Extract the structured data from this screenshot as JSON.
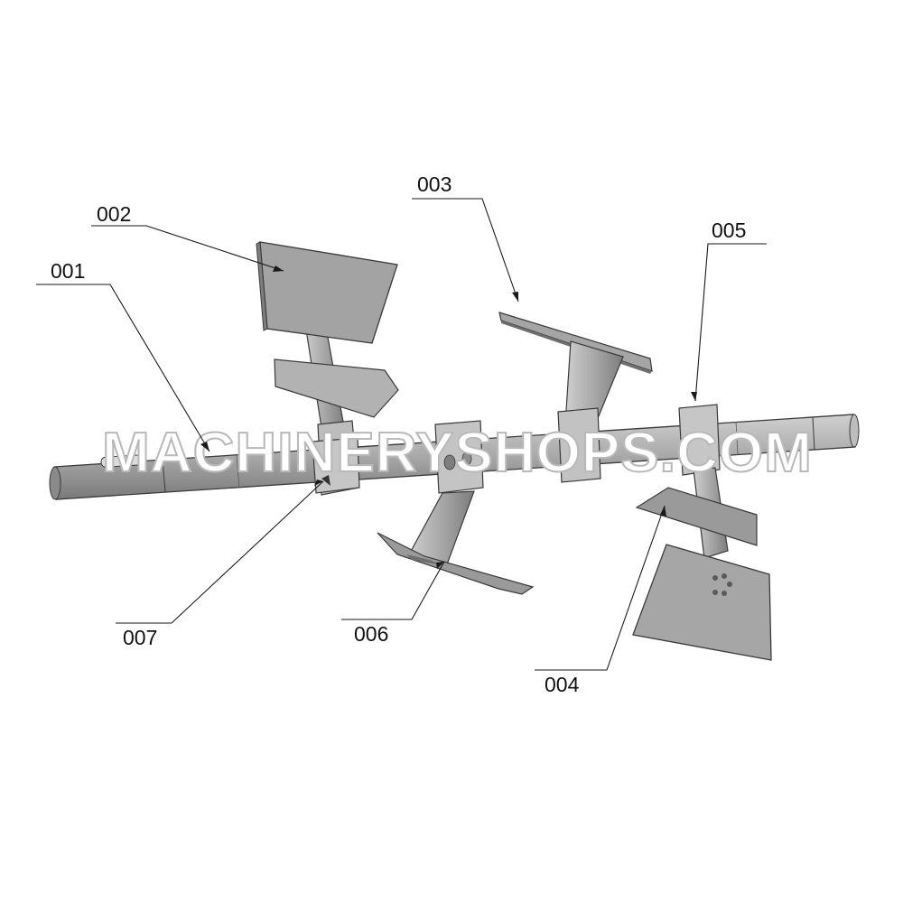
{
  "colors": {
    "background": "#ffffff",
    "part_fill": "#a9a9a9",
    "part_fill_light": "#c4c4c4",
    "part_fill_dark": "#7e7e7e",
    "outline": "#3a3a3a",
    "label_text": "#111111"
  },
  "callouts": {
    "c001": "001",
    "c002": "002",
    "c003": "003",
    "c004": "004",
    "c005": "005",
    "c006": "006",
    "c007": "007"
  },
  "watermark": "MACHINERYSHOPS.COM"
}
